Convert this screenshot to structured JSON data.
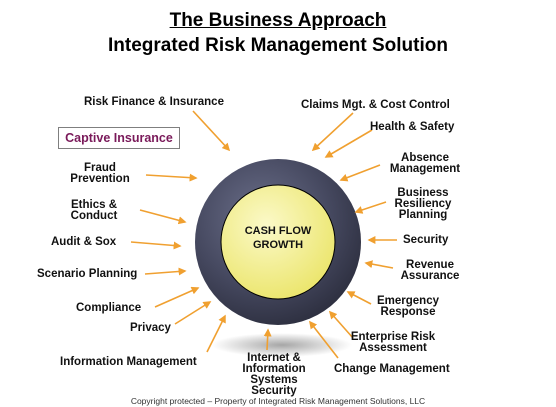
{
  "title": "The Business Approach",
  "subtitle": "Integrated Risk Management Solution",
  "center": {
    "text": "CASH FLOW\nGROWTH"
  },
  "captive": "Captive Insurance",
  "footer": "Copyright protected – Property of Integrated Risk Management Solutions, LLC",
  "labels": [
    "Risk Finance & Insurance",
    "Fraud\nPrevention",
    "Ethics &\nConduct",
    "Audit & Sox",
    "Scenario Planning",
    "Compliance",
    "Privacy",
    "Information Management",
    "Internet &\nInformation\nSystems\nSecurity",
    "Change Management",
    "Enterprise Risk\nAssessment",
    "Emergency\nResponse",
    "Revenue\nAssurance",
    "Security",
    "Business\nResiliency\nPlanning",
    "Absence\nManagement",
    "Health & Safety",
    "Claims Mgt. & Cost Control"
  ],
  "colors": {
    "arrow": "#f0a030",
    "outer_circle": "#4a4d66",
    "inner_circle": "#f4f08e",
    "captive_text": "#7a1a5a"
  }
}
